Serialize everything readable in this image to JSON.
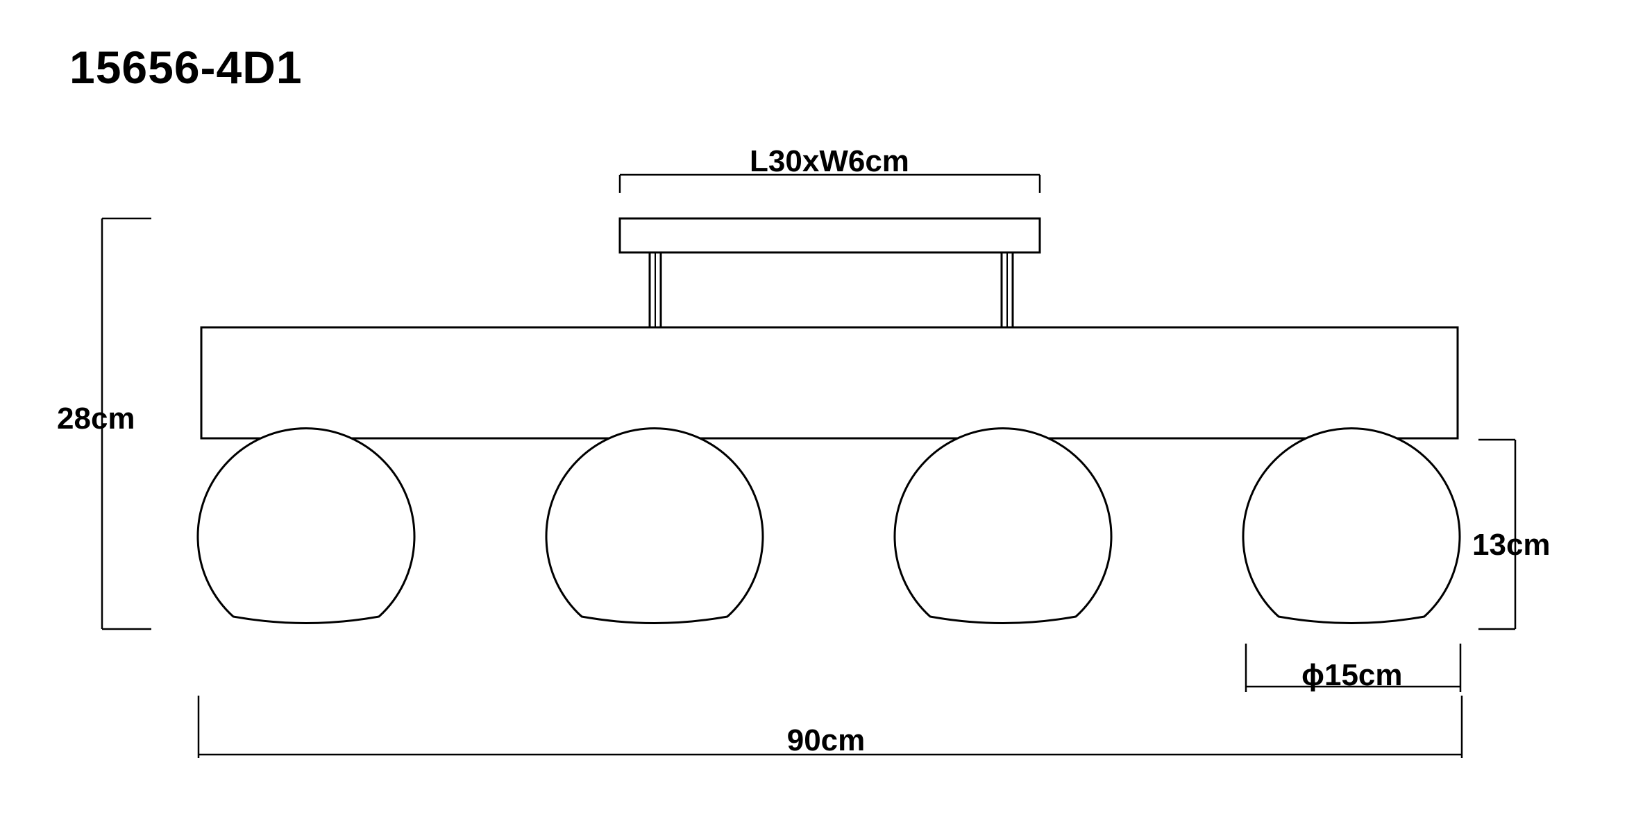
{
  "title": "15656-4D1",
  "dimensions": {
    "canopy": "L30xW6cm",
    "height": "28cm",
    "shade_height": "13cm",
    "shade_diameter": "ϕ15cm",
    "total_length": "90cm"
  },
  "shades": 4
}
